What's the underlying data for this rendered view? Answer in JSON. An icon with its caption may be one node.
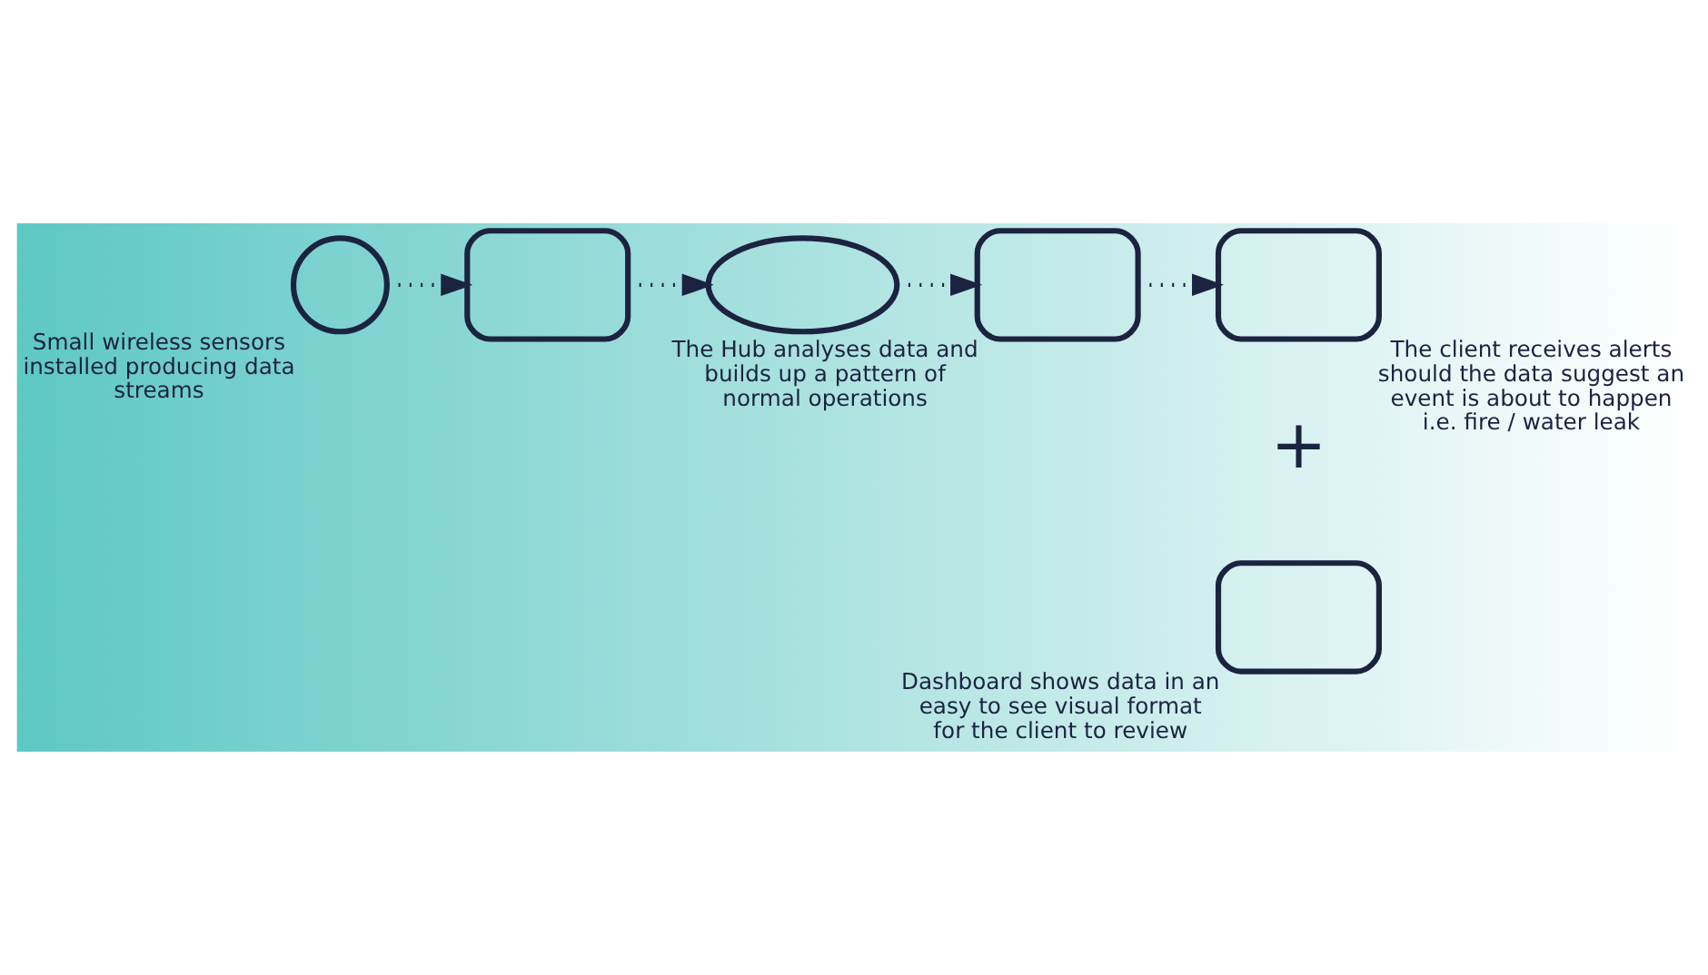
{
  "diagram": {
    "nodes": [
      {
        "text": [],
        "shape": "circle",
        "beside": [
          "Small wireless sensors installed producing data streams"
        ]
      },
      {
        "text": [],
        "shape": "box"
      },
      {
        "text": [],
        "shape": "cloud"
      },
      {
        "text": [],
        "shape": "box",
        "beside": [
          "The Hub analyses data and builds up a pattern of normal operations"
        ]
      },
      {
        "text": [],
        "shape": "box",
        "beside": [
          "The client receives alerts should the data suggest an event is about to happen i.e. fire / water leak"
        ]
      },
      {
        "text": [],
        "shape": "box",
        "beside": [
          "Dashboard shows data in an easy to see visual format for the client to review"
        ]
      }
    ],
    "edges": [
      {
        "from": 0,
        "to": 1,
        "arrow": "to"
      },
      {
        "from": 1,
        "to": 2,
        "arrow": "to"
      },
      {
        "from": 2,
        "to": 3,
        "arrow": "to"
      },
      {
        "from": 3,
        "to": 4,
        "arrow": "to"
      }
    ],
    "labels": [
      "+"
    ]
  }
}
